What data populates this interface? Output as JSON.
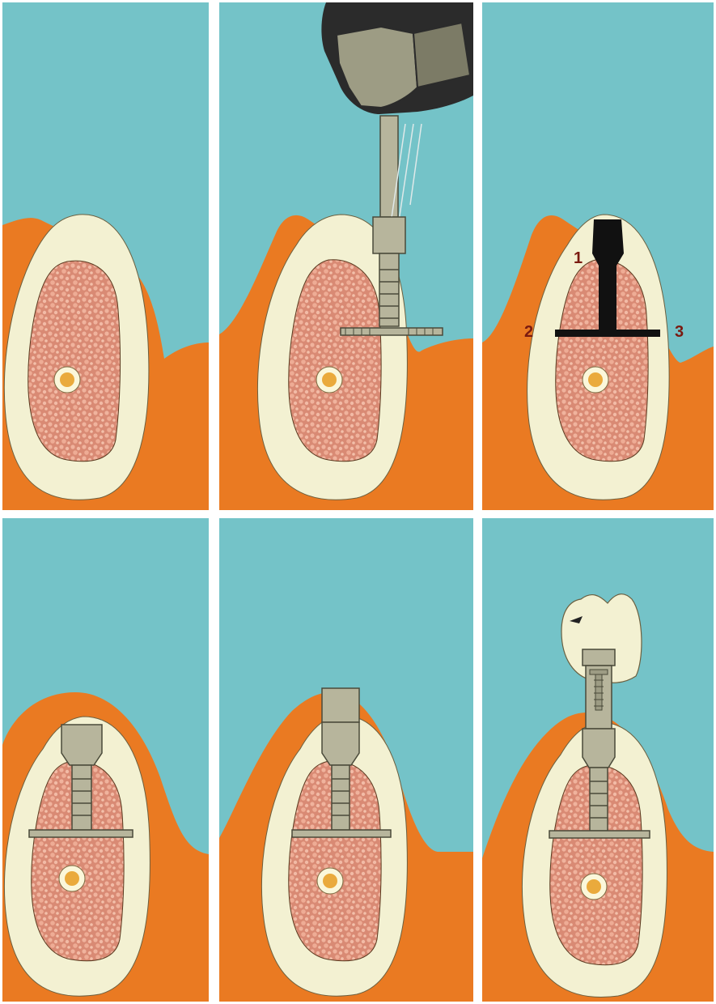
{
  "colors": {
    "background": "#74c3c8",
    "gingiva": "#ea7a22",
    "cortical_bone": "#f3f1d2",
    "cancellous_bone": "#dc8f7a",
    "canal_ring": "#fbf7da",
    "canal_core": "#eaaa3c",
    "implant_metal": "#b7b59c",
    "handpiece_dark": "#2b2b2b",
    "drilled_site": "#111111",
    "label_red": "#7a1a10"
  },
  "icons": [
    "dental-handpiece-icon",
    "disc-implant-icon",
    "abutment-icon",
    "crown-icon",
    "screw-icon"
  ],
  "panel3_labels": {
    "label_1": "1",
    "label_2": "2",
    "label_3": "3"
  }
}
